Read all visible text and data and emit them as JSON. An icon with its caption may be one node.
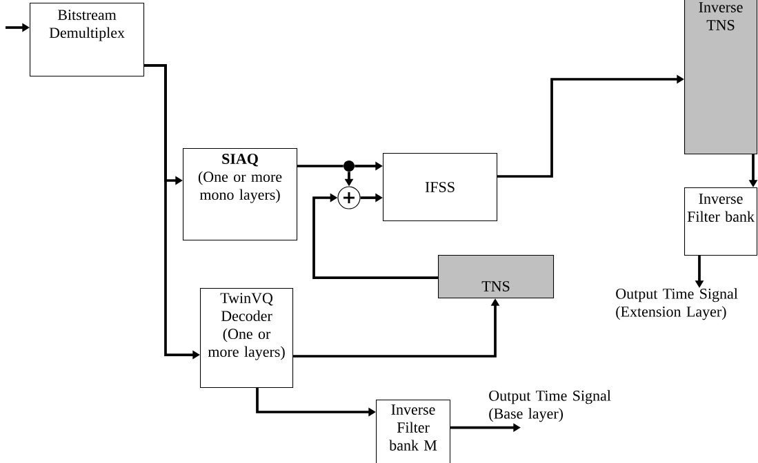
{
  "diagram": {
    "nodes": [
      {
        "text": [
          "Bitstream Demultiplex"
        ]
      },
      {
        "text": [
          "SIAQ",
          "(One or more mono layers)"
        ]
      },
      {
        "text": [],
        "shape": "dot"
      },
      {
        "text": [],
        "shape": "circle"
      },
      {
        "text": [
          "IFSS"
        ]
      },
      {
        "text": [
          "TNS"
        ]
      },
      {
        "text": [
          "TwinVQ Decoder (One or more layers)"
        ]
      },
      {
        "text": [
          "Inverse Filter bank M"
        ]
      },
      {
        "text": [
          "Inverse TNS"
        ]
      },
      {
        "text": [
          "Inverse Filter bank"
        ]
      },
      {
        "text": [
          "Output Time Signal (Extension Layer)"
        ]
      },
      {
        "text": [
          "Output Time Signal (Base layer)"
        ]
      }
    ],
    "edges": [
      {
        "from": null,
        "to": 0,
        "arrow": "to"
      },
      {
        "from": 0,
        "to": 1,
        "arrow": "to"
      },
      {
        "from": 0,
        "to": 6,
        "arrow": "to"
      },
      {
        "from": 1,
        "to": 2,
        "arrow": "none"
      },
      {
        "from": 2,
        "to": 4,
        "arrow": "to"
      },
      {
        "from": 2,
        "to": 3,
        "arrow": "to"
      },
      {
        "from": 5,
        "to": 3,
        "arrow": "to"
      },
      {
        "from": 3,
        "to": 4,
        "arrow": "to"
      },
      {
        "from": 4,
        "to": 8,
        "arrow": "to"
      },
      {
        "from": 6,
        "to": 5,
        "arrow": "to"
      },
      {
        "from": 6,
        "to": 7,
        "arrow": "to"
      },
      {
        "from": 8,
        "to": 9,
        "arrow": "to"
      },
      {
        "from": 9,
        "to": 10,
        "arrow": "to"
      },
      {
        "from": 7,
        "to": 11,
        "arrow": "to"
      }
    ]
  }
}
